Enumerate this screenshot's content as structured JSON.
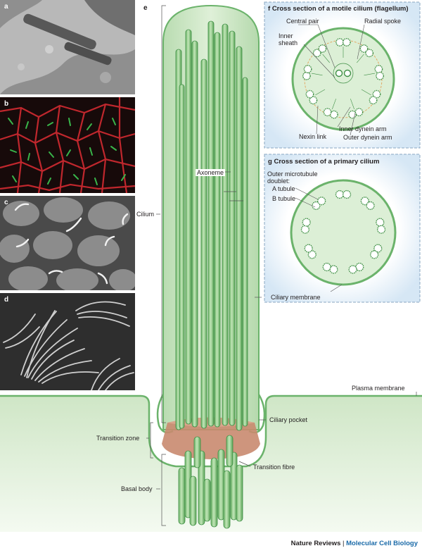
{
  "panels": {
    "a": "a",
    "b": "b",
    "c": "c",
    "d": "d",
    "e": "e"
  },
  "box_f": {
    "letter": "f",
    "title": "Cross section of a motile cilium (flagellum)",
    "labels": {
      "central_pair": "Central pair",
      "radial_spoke": "Radial spoke",
      "inner_sheath_1": "Inner",
      "inner_sheath_2": "sheath",
      "nexin_link": "Nexin link",
      "inner_dynein_arm": "Inner dynein arm",
      "outer_dynein_arm": "Outer dynein arm"
    }
  },
  "box_g": {
    "letter": "g",
    "title": "Cross section of a primary cilium",
    "labels": {
      "outer_doublet_1": "Outer microtubule",
      "outer_doublet_2": "doublet:",
      "a_tubule": "A tubule",
      "b_tubule": "B tubule",
      "ciliary_membrane": "Ciliary membrane"
    }
  },
  "main_labels": {
    "axoneme": "Axoneme",
    "cilium": "Cilium",
    "plasma_membrane": "Plasma membrane",
    "ciliary_pocket": "Ciliary pocket",
    "transition_zone": "Transition zone",
    "transition_fibre": "Transition fibre",
    "basal_body": "Basal body"
  },
  "credit": {
    "journal": "Nature Reviews",
    "separator": "|",
    "subjournal": "Molecular Cell Biology"
  },
  "colors": {
    "cilium_fill": "#c9e4c2",
    "cilium_stroke": "#6bb36b",
    "tube_fill": "#9fd095",
    "tube_stroke": "#3f8f45",
    "transition_zone": "#c98a6f",
    "box_border": "#8aa7c2",
    "box_bg": "#eaf3fb",
    "micrograph_b_red": "#c0272d",
    "micrograph_b_green": "#39b54a"
  }
}
